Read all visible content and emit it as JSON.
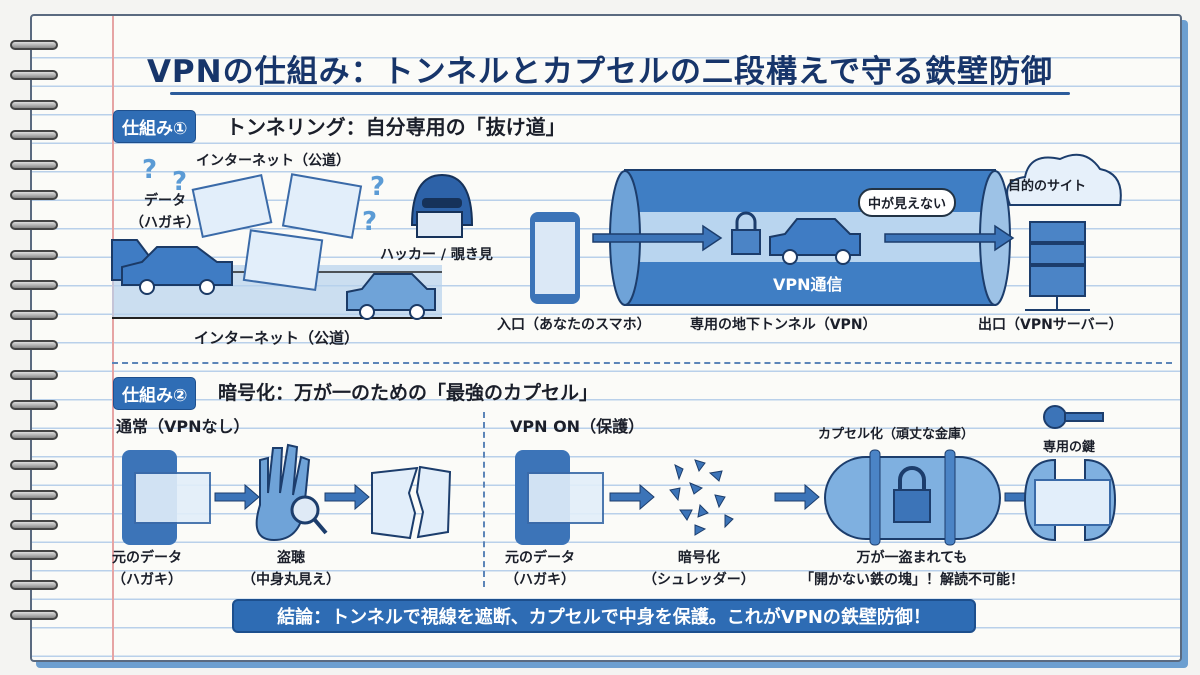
{
  "title": "VPNの仕組み：トンネルとカプセルの二段構えで守る鉄壁防御",
  "colors": {
    "primary": "#2f6db5",
    "title": "#17356a",
    "paper_line": "#b9d0ea",
    "margin_line": "#e6a4a4"
  },
  "section1": {
    "badge": "仕組み①",
    "heading": "トンネリング：自分専用の「抜け道」",
    "internet_top": "インターネット（公道）",
    "data_label_1": "データ",
    "data_label_2": "（ハガキ）",
    "hacker": "ハッカー / 覗き見",
    "internet_bottom": "インターネット（公道）",
    "entrance": "入口（あなたのスマホ）",
    "tunnel": "専用の地下トンネル（VPN）",
    "tunnel_inner": "VPN通信",
    "bubble": "中が見えない",
    "destination": "目的のサイト",
    "exit": "出口（VPNサーバー）",
    "icons": [
      "question-mark-icon",
      "postcard-icon",
      "car-icon",
      "hacker-icon",
      "smartphone-icon",
      "tunnel-icon",
      "lock-icon",
      "cloud-icon",
      "server-icon",
      "arrow-right-icon"
    ]
  },
  "section2": {
    "badge": "仕組み②",
    "heading": "暗号化：万が一のための「最強のカプセル」",
    "normal": {
      "title": "通常（VPNなし）",
      "original_1": "元のデータ",
      "original_2": "（ハガキ）",
      "tap_1": "盗聴",
      "tap_2": "（中身丸見え）"
    },
    "vpn_on": {
      "title": "VPN ON（保護）",
      "original_1": "元のデータ",
      "original_2": "（ハガキ）",
      "encrypt_1": "暗号化",
      "encrypt_2": "（シュレッダー）",
      "capsule": "カプセル化（頑丈な金庫）",
      "stolen_1": "万が一盗まれても",
      "stolen_2": "「開かない鉄の塊」！解読不可能！",
      "key": "専用の鍵"
    },
    "icons": [
      "smartphone-icon",
      "hand-magnifier-icon",
      "torn-postcard-icon",
      "shredded-pieces-icon",
      "capsule-lock-icon",
      "key-icon",
      "open-capsule-icon"
    ]
  },
  "conclusion": "結論：トンネルで視線を遮断、カプセルで中身を保護。これがVPNの鉄壁防御！"
}
